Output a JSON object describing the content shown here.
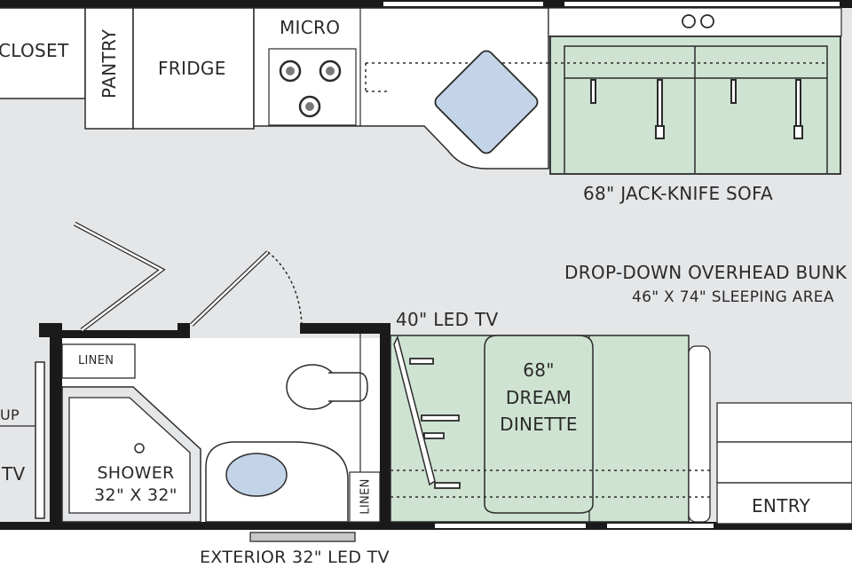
{
  "labels": {
    "closet": "CLOSET",
    "pantry": "PANTRY",
    "fridge": "FRIDGE",
    "micro": "MICRO",
    "sofa": "68\" JACK-KNIFE SOFA",
    "bunk_title": "DROP-DOWN OVERHEAD BUNK",
    "bunk_size": "46\" X 74\" SLEEPING AREA",
    "led_tv": "40\" LED TV",
    "dinette_size": "68\"",
    "dinette_name_1": "DREAM",
    "dinette_name_2": "DINETTE",
    "linen_top": "LINEN",
    "linen_side": "LINEN",
    "shower_name": "SHOWER",
    "shower_size": "32\" X 32\"",
    "entry": "ENTRY",
    "exterior_tv": "EXTERIOR 32\" LED TV",
    "left_up": "UP",
    "left_tv": "TV"
  },
  "colors": {
    "floor": "#e4e6e8",
    "wall": "#1a1a1a",
    "green_fill": "#cfe3d2",
    "sink_blue": "#c3d3e8",
    "outline": "#2b2b2b"
  }
}
